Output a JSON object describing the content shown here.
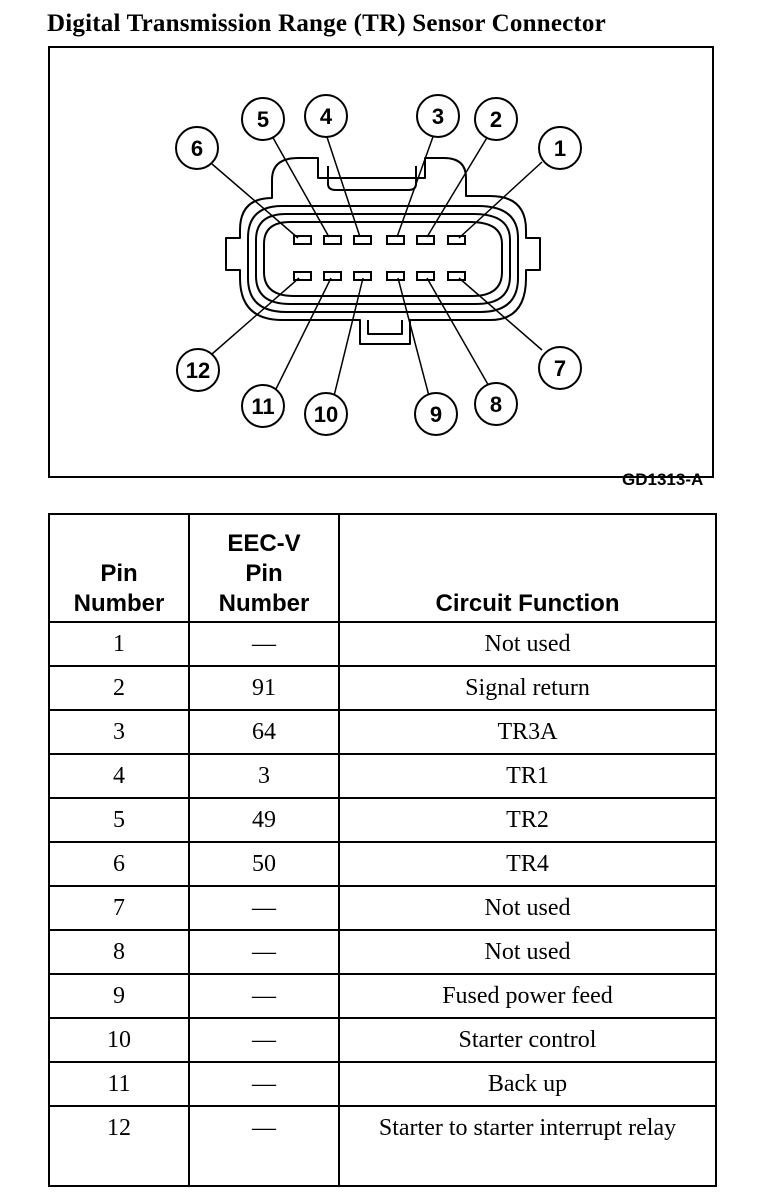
{
  "title": "Digital Transmission Range (TR) Sensor Connector",
  "diagram": {
    "figure_id": "GD1313-A",
    "top_row_pins": [
      "6",
      "5",
      "4",
      "3",
      "2",
      "1"
    ],
    "bottom_row_pins": [
      "12",
      "11",
      "10",
      "9",
      "8",
      "7"
    ]
  },
  "table": {
    "headers": {
      "pin": [
        "Pin",
        "Number"
      ],
      "eec": [
        "EEC-V",
        "Pin",
        "Number"
      ],
      "circuit": "Circuit Function"
    },
    "rows": [
      {
        "pin": "1",
        "eec": "—",
        "function": "Not used"
      },
      {
        "pin": "2",
        "eec": "91",
        "function": "Signal return"
      },
      {
        "pin": "3",
        "eec": "64",
        "function": "TR3A"
      },
      {
        "pin": "4",
        "eec": "3",
        "function": "TR1"
      },
      {
        "pin": "5",
        "eec": "49",
        "function": "TR2"
      },
      {
        "pin": "6",
        "eec": "50",
        "function": "TR4"
      },
      {
        "pin": "7",
        "eec": "—",
        "function": "Not used"
      },
      {
        "pin": "8",
        "eec": "—",
        "function": "Not used"
      },
      {
        "pin": "9",
        "eec": "—",
        "function": "Fused power feed"
      },
      {
        "pin": "10",
        "eec": "—",
        "function": "Starter control"
      },
      {
        "pin": "11",
        "eec": "—",
        "function": "Back up"
      },
      {
        "pin": "12",
        "eec": "—",
        "function": "Starter to starter interrupt relay"
      }
    ]
  }
}
